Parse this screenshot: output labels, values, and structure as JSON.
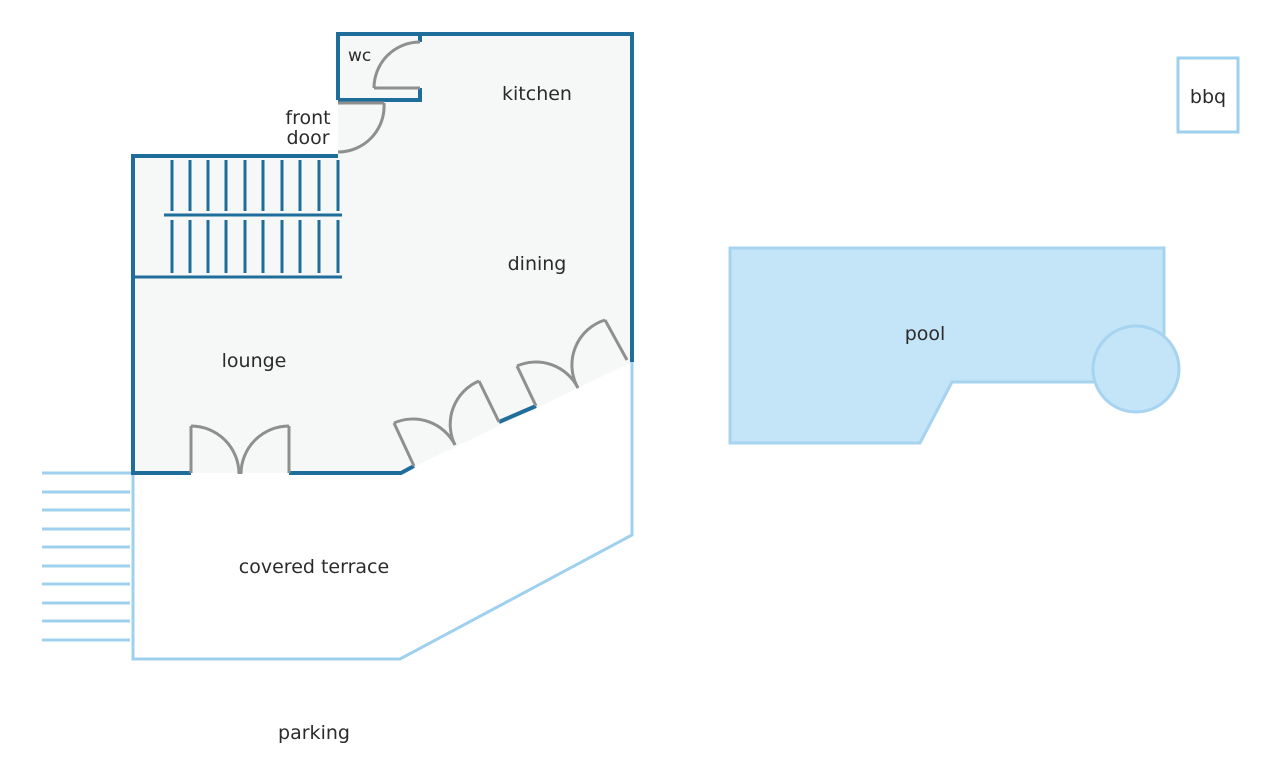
{
  "floorplan": {
    "colors": {
      "interior_fill": "#f6f7f7",
      "wall": "#1f6d9b",
      "door": "#8f8f8f",
      "exterior_line": "#9fd0ee",
      "pool_fill": "#c4e4f7",
      "pool_stroke": "#a6d3ef",
      "text": "#2b2b2b"
    },
    "rooms": {
      "wc": "wc",
      "kitchen": "kitchen",
      "front_door_line1": "front",
      "front_door_line2": "door",
      "dining": "dining",
      "lounge": "lounge",
      "covered_terrace": "covered terrace",
      "pool": "pool",
      "bbq": "bbq",
      "parking": "parking"
    }
  }
}
